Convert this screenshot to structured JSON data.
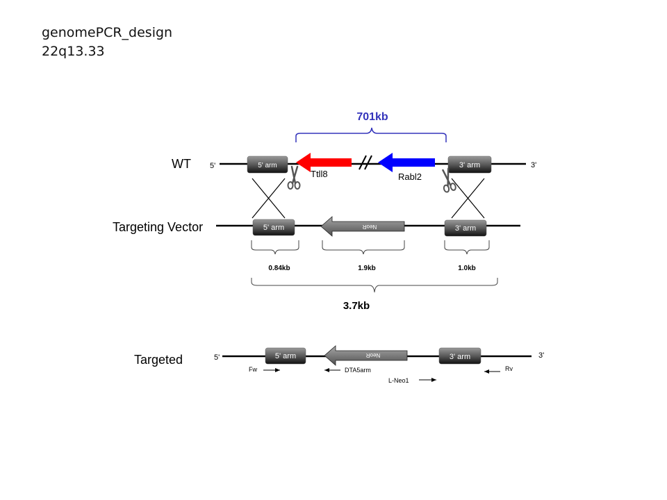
{
  "title": {
    "line1": "genomePCR_design",
    "line2": "22q13.33"
  },
  "rows": {
    "wt": "WT",
    "vector": "Targeting Vector",
    "targeted": "Targeted"
  },
  "ends": {
    "five": "5'",
    "three": "3'"
  },
  "arms": {
    "five": "5' arm",
    "three": "3' arm"
  },
  "genes": {
    "ttll8": "Ttll8",
    "rabl2": "Rabl2"
  },
  "distance": "701kb",
  "cassette": "NeoR",
  "sizes": {
    "five_arm": "0.84kb",
    "neo": "1.9kb",
    "three_arm": "1.0kb",
    "total": "3.7kb"
  },
  "primers": {
    "fw": "Fw",
    "dta": "DTA5arm",
    "lneo": "L-Neo1",
    "rv": "Rv"
  },
  "colors": {
    "ttll8": "#ff0000",
    "rabl2": "#0000ff",
    "bracket": "#3333bb"
  }
}
